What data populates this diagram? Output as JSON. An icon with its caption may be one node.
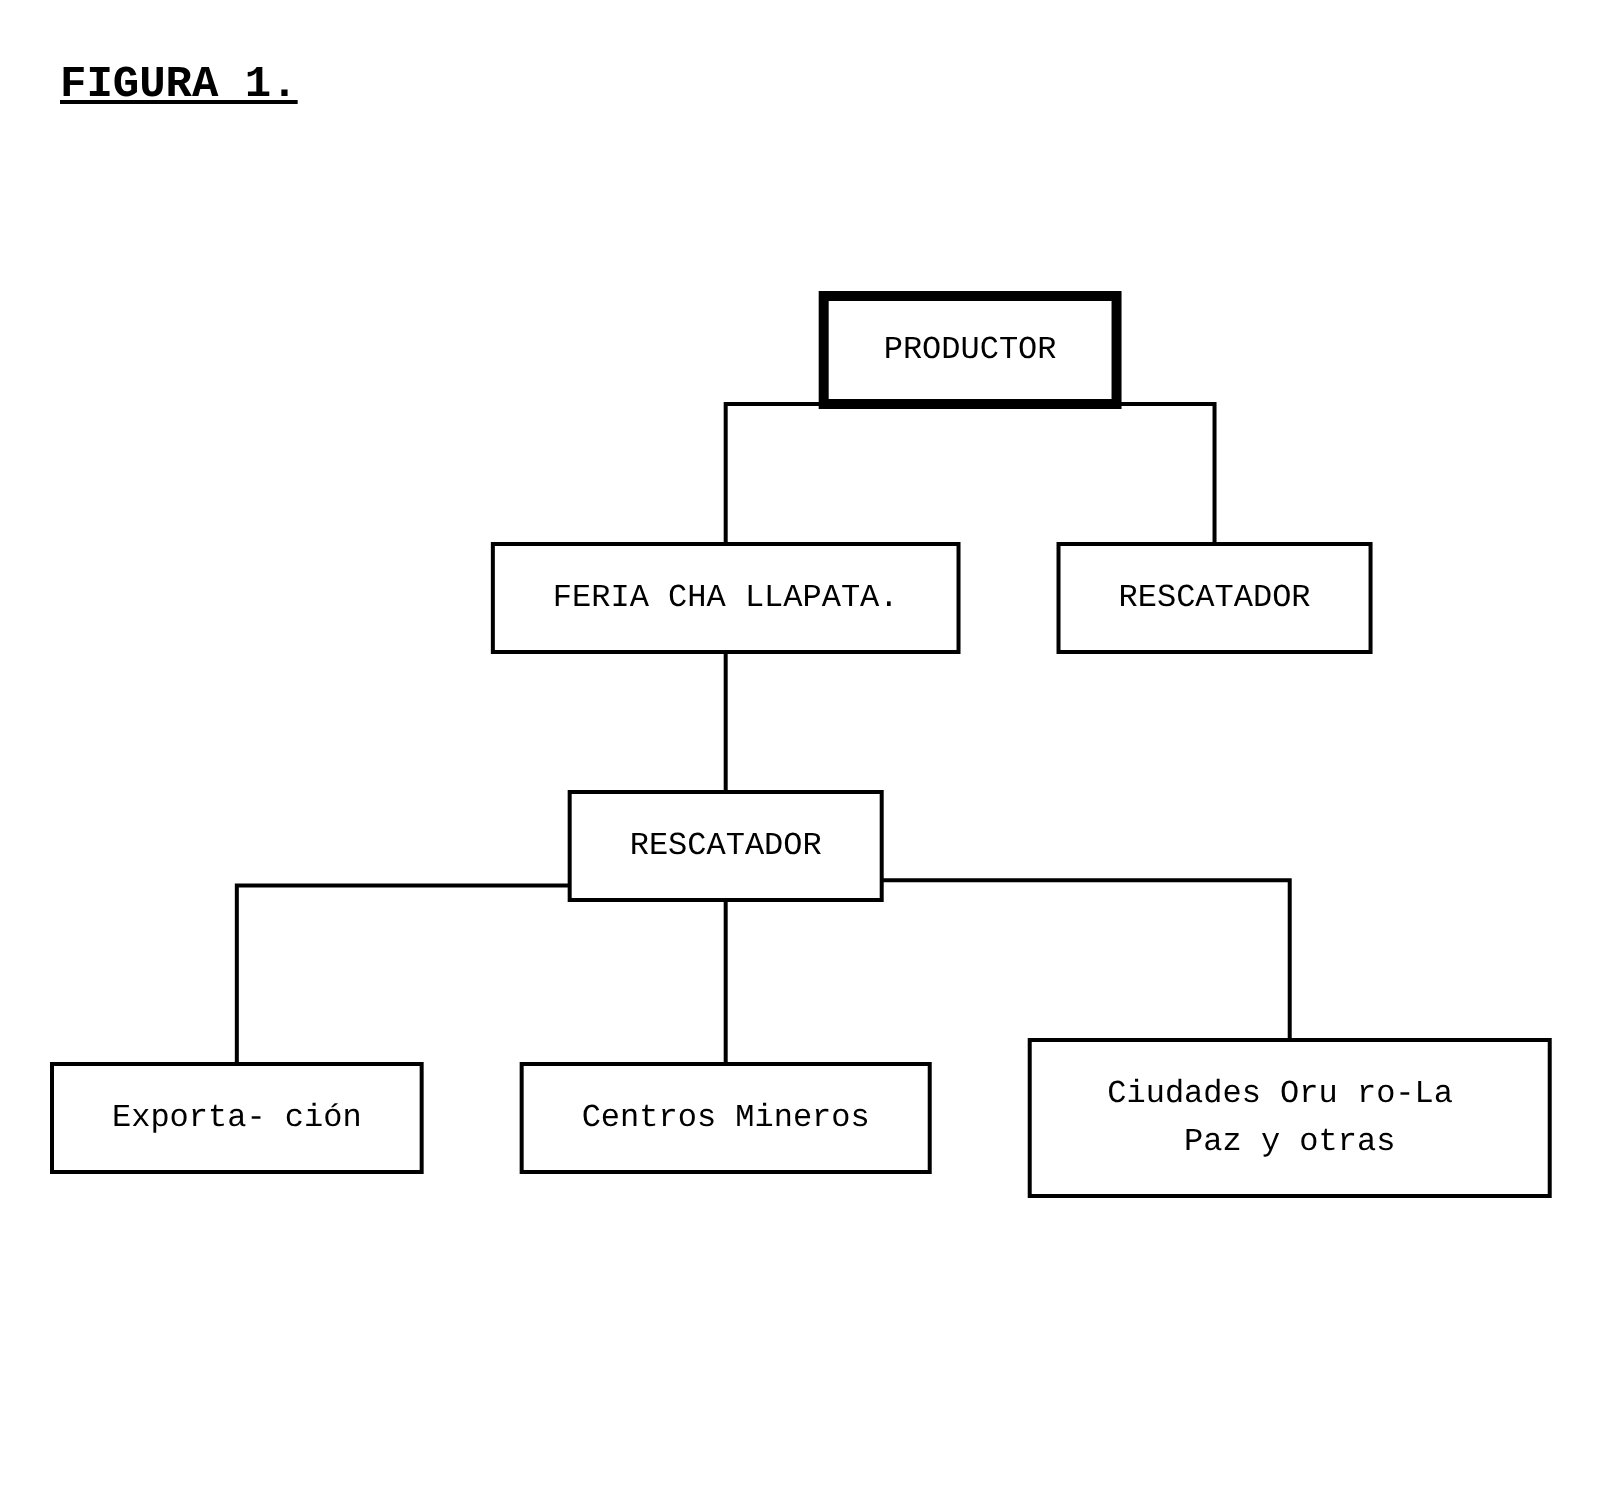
{
  "diagram": {
    "title": "FIGURA 1.",
    "nodes": [
      {
        "text": [
          "PRODUCTOR"
        ]
      },
      {
        "text": [
          "FERIA CHA LLAPATA."
        ]
      },
      {
        "text": [
          "RESCATADOR"
        ]
      },
      {
        "text": [
          "RESCATADOR"
        ]
      },
      {
        "text": [
          "Exporta- ción"
        ]
      },
      {
        "text": [
          "Centros Mineros"
        ]
      },
      {
        "text": [
          "Ciudades Oru ro-La Paz y otras"
        ]
      }
    ],
    "edges": [
      {
        "from": 0,
        "to": 1,
        "arrow": "none"
      },
      {
        "from": 0,
        "to": 2,
        "arrow": "none"
      },
      {
        "from": 1,
        "to": 3,
        "arrow": "none"
      },
      {
        "from": 3,
        "to": 4,
        "arrow": "none"
      },
      {
        "from": 3,
        "to": 5,
        "arrow": "none"
      },
      {
        "from": 3,
        "to": 6,
        "arrow": "none"
      }
    ]
  }
}
